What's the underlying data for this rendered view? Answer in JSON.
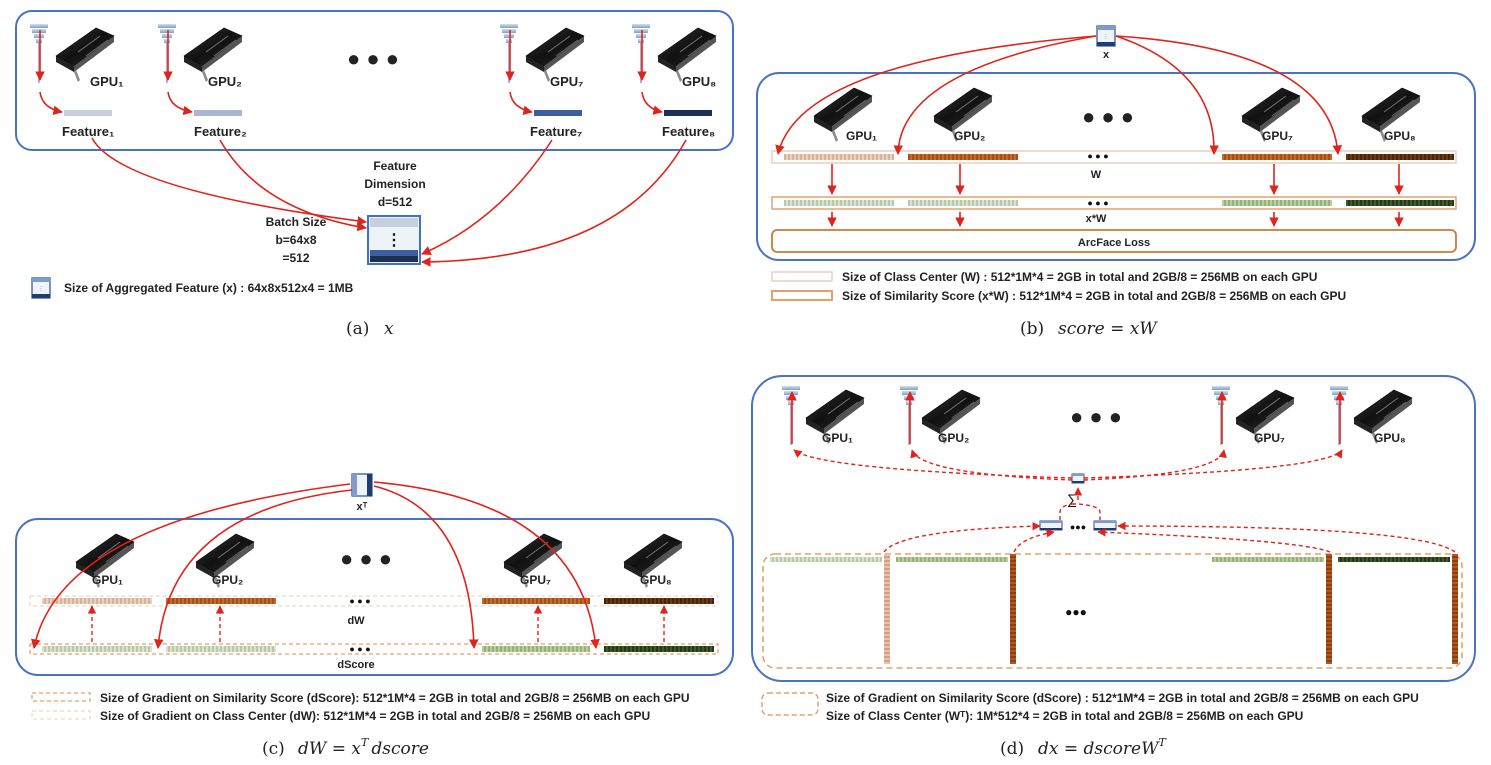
{
  "panel_a": {
    "gpu_labels": [
      "GPU₁",
      "GPU₂",
      "GPU₇",
      "GPU₈"
    ],
    "feature_labels": [
      "Feature₁",
      "Feature₂",
      "Feature₇",
      "Feature₈"
    ],
    "dots": "● ● ●",
    "feature_dim_title_1": "Feature",
    "feature_dim_title_2": "Dimension",
    "feature_dim_value": "d=512",
    "batch_title": "Batch Size",
    "batch_value_1": "b=64x8",
    "batch_value_2": "=512",
    "legend": "Size of Aggregated Feature (x) : 64x8x512x4 = 1MB",
    "caption_label": "(a)",
    "caption_math": "x"
  },
  "panel_b": {
    "x_label": "x",
    "gpu_labels": [
      "GPU₁",
      "GPU₂",
      "GPU₇",
      "GPU₈"
    ],
    "dots": "● ● ●",
    "w_label": "W",
    "xw_label": "x*W",
    "arcface_label": "ArcFace Loss",
    "legend_1": "Size of Class Center (W) : 512*1M*4 = 2GB in total and 2GB/8 = 256MB  on each GPU",
    "legend_2": "Size of Similarity Score (x*W) : 512*1M*4 = 2GB in total and 2GB/8 = 256MB on each GPU",
    "caption_label": "(b)",
    "caption_math": "score = xW"
  },
  "panel_c": {
    "xt_label": "xᵀ",
    "gpu_labels": [
      "GPU₁",
      "GPU₂",
      "GPU₇",
      "GPU₈"
    ],
    "dots": "● ● ●",
    "dw_label": "dW",
    "dscore_label": "dScore",
    "legend_1": "Size of Gradient on Similarity Score (dScore): 512*1M*4 = 2GB in total and 2GB/8 = 256MB on each GPU",
    "legend_2": "Size of Gradient on Class Center (dW): 512*1M*4 = 2GB in total and 2GB/8 = 256MB  on each GPU",
    "caption_label": "(c)",
    "caption_math_1": "dW = x",
    "caption_math_sup": "T",
    "caption_math_2": "dscore"
  },
  "panel_d": {
    "gpu_labels": [
      "GPU₁",
      "GPU₂",
      "GPU₇",
      "GPU₈"
    ],
    "dots": "● ● ●",
    "sum_symbol": "∑",
    "small_dots": "●●●",
    "legend_1": "Size of Gradient on Similarity Score (dScore) : 512*1M*4 = 2GB in total and 2GB/8 = 256MB on each GPU",
    "legend_2": "Size of Class Center (Wᵀ): 1M*512*4 = 2GB in total and 2GB/8 = 256MB  on each GPU",
    "caption_label": "(d)",
    "caption_math_1": "dx = dscoreW",
    "caption_math_sup": "T"
  },
  "colors": {
    "panel_border": "#4a72c4",
    "arrow_red": "#e0241b",
    "orange_border": "#d9955a",
    "brown_dark": "#5a2a0a",
    "brown_mid": "#b5521c",
    "green_dark": "#2f4a1b",
    "green_light": "#a9c48f"
  }
}
